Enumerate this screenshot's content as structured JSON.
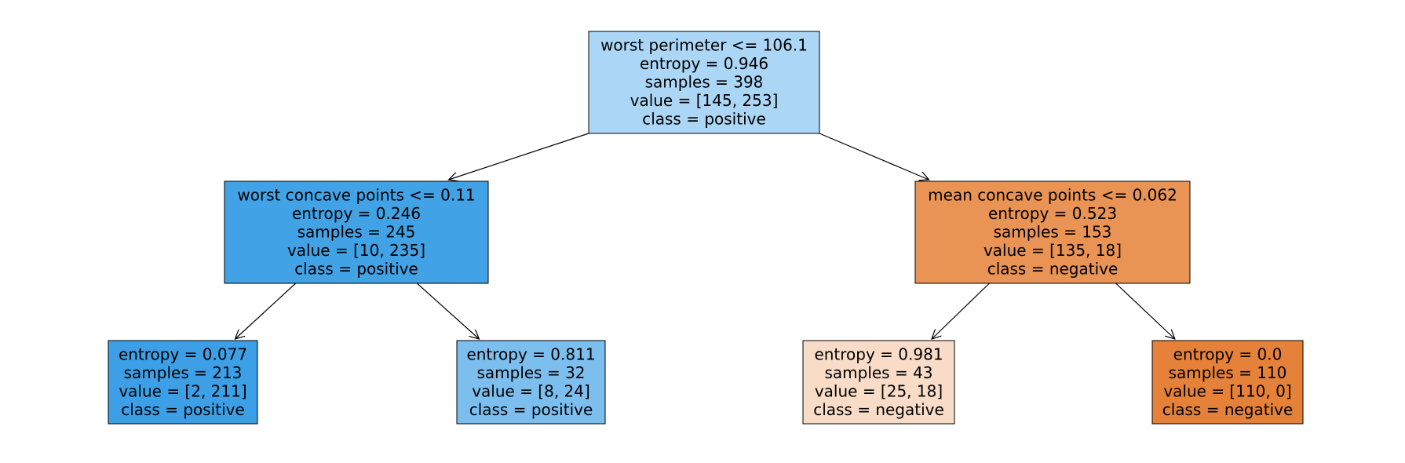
{
  "tree": {
    "nodes": [
      {
        "id": "root",
        "fill": "#abd6f6",
        "lines": [
          "worst perimeter <= 106.1",
          "entropy = 0.946",
          "samples = 398",
          "value = [145, 253]",
          "class = positive"
        ]
      },
      {
        "id": "left",
        "fill": "#41a2e6",
        "lines": [
          "worst concave points <= 0.11",
          "entropy = 0.246",
          "samples = 245",
          "value = [10, 235]",
          "class = positive"
        ]
      },
      {
        "id": "right",
        "fill": "#e99355",
        "lines": [
          "mean concave points <= 0.062",
          "entropy = 0.523",
          "samples = 153",
          "value = [135, 18]",
          "class = negative"
        ]
      },
      {
        "id": "left-left",
        "fill": "#3d9fe5",
        "lines": [
          "entropy = 0.077",
          "samples = 213",
          "value = [2, 211]",
          "class = positive"
        ]
      },
      {
        "id": "left-right",
        "fill": "#7cbeee",
        "lines": [
          "entropy = 0.811",
          "samples = 32",
          "value = [8, 24]",
          "class = positive"
        ]
      },
      {
        "id": "right-left",
        "fill": "#f8dcc8",
        "lines": [
          "entropy = 0.981",
          "samples = 43",
          "value = [25, 18]",
          "class = negative"
        ]
      },
      {
        "id": "right-right",
        "fill": "#e58139",
        "lines": [
          "entropy = 0.0",
          "samples = 110",
          "value = [110, 0]",
          "class = negative"
        ]
      }
    ],
    "edges": [
      {
        "from": "root",
        "to": "left"
      },
      {
        "from": "root",
        "to": "right"
      },
      {
        "from": "left",
        "to": "left-left"
      },
      {
        "from": "left",
        "to": "left-right"
      },
      {
        "from": "right",
        "to": "right-left"
      },
      {
        "from": "right",
        "to": "right-right"
      }
    ]
  }
}
